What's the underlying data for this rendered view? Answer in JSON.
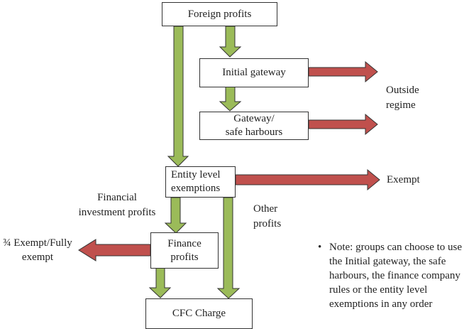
{
  "colors": {
    "green_arrow": "#9BBB59",
    "red_arrow": "#C0504D",
    "arrow_stroke": "#333333",
    "box_border": "#333333"
  },
  "boxes": {
    "foreign_profits": "Foreign profits",
    "initial_gateway": "Initial gateway",
    "gateway_safe_harbours": [
      "Gateway/",
      "safe harbours"
    ],
    "entity_level_exemptions": [
      "Entity level",
      "exemptions"
    ],
    "finance_profits": [
      "Finance",
      "profits"
    ],
    "cfc_charge": "CFC Charge"
  },
  "labels": {
    "outside_regime": [
      "Outside",
      "regime"
    ],
    "exempt": "Exempt",
    "other_profits": [
      "Other",
      "profits"
    ],
    "financial_investment_profits": [
      "Financial",
      "investment profits"
    ],
    "three_quarter_exempt": [
      "¾ Exempt/Fully",
      "exempt"
    ]
  },
  "note": {
    "bullet": "•",
    "text": "Note: groups can choose to use the Initial gateway, the safe harbours, the finance company rules or the entity level exemptions in any order"
  }
}
